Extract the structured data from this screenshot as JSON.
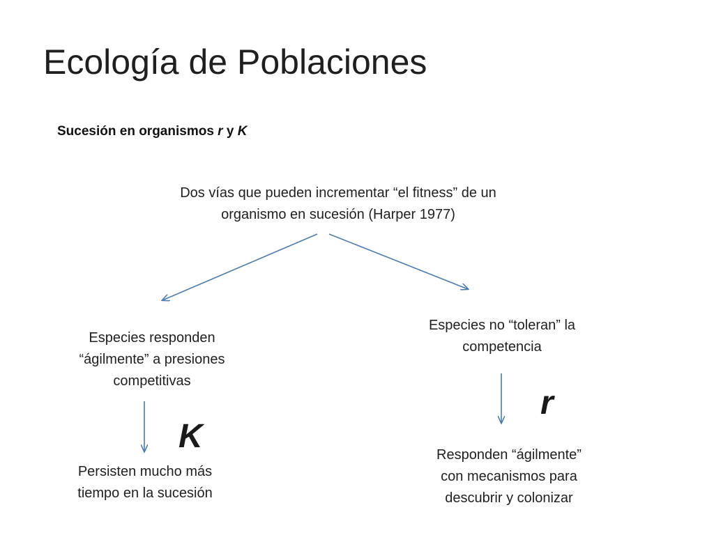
{
  "slide": {
    "title": "Ecología de Poblaciones",
    "subtitle": {
      "prefix": "Sucesión en organismos ",
      "r": "r",
      "middle": " y ",
      "k": "K"
    },
    "root": {
      "line1": "Dos vías que pueden incrementar “el fitness” de un",
      "line2": "organismo en sucesión (Harper 1977)"
    },
    "left_branch": {
      "line1": "Especies responden",
      "line2": "“ágilmente” a presiones",
      "line3": "competitivas",
      "letter": "K",
      "result_line1": "Persisten mucho más",
      "result_line2": "tiempo en la sucesión"
    },
    "right_branch": {
      "line1": "Especies no “toleran” la",
      "line2": "competencia",
      "letter": "r",
      "result_line1": "Responden “ágilmente”",
      "result_line2": "con mecanismos para",
      "result_line3": "descubrir y colonizar"
    }
  },
  "colors": {
    "arrow": "#4a7bb0",
    "text": "#1f1f1f"
  }
}
